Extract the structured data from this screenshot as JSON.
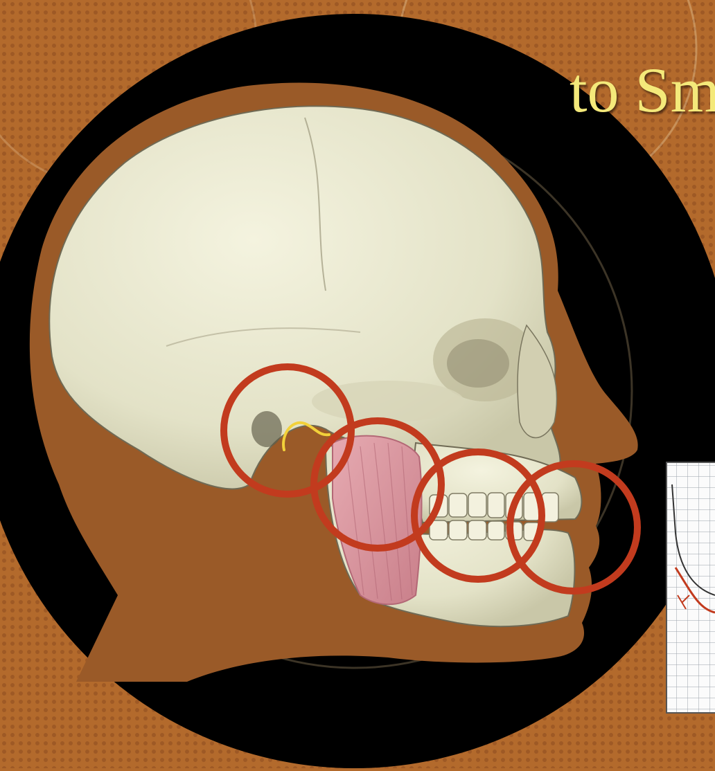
{
  "title_fragment": "to Sm",
  "colors": {
    "background_orange": "#b36a2c",
    "head_silhouette": "#9a5a28",
    "circle_black": "#000000",
    "skull_bone": "#e7e6cf",
    "highlight_circles": "#c23b1e",
    "muscle_pink": "#d99aa3",
    "nerve_yellow": "#f2d13a",
    "title_yellow": "#f4e97a"
  },
  "highlight_circles": [
    {
      "label_name": "tmj-region"
    },
    {
      "label_name": "masseter-region"
    },
    {
      "label_name": "dentition-region"
    },
    {
      "label_name": "lip-region"
    }
  ],
  "icons": {
    "skull": "skull-illustration",
    "grid_chart": "graph-paper-chart-fragment"
  }
}
